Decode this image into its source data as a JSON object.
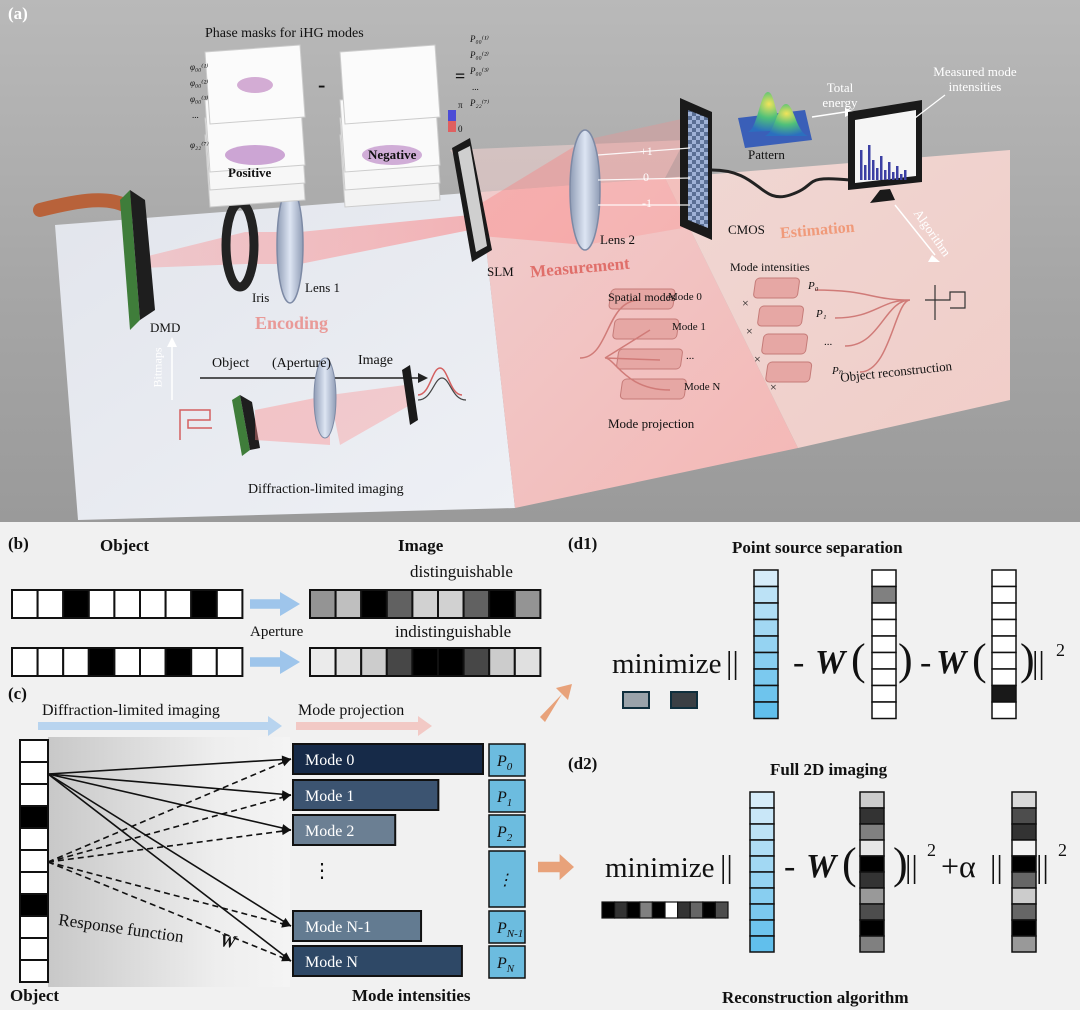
{
  "panel_a": {
    "label": "(a)",
    "phase_masks_title": "Phase masks for iHG modes",
    "mask_positive": "Positive",
    "mask_negative": "Negative",
    "minus_sign": "-",
    "equals_sign": "=",
    "left_mask_labels": [
      "φ₀₀⁽¹⁾",
      "φ₀₀⁽²⁾",
      "φ₀₀⁽³⁾",
      "...",
      "φ₂₂⁽⁷⁾"
    ],
    "right_mask_labels": [
      "P₀₀⁽¹⁾",
      "P₀₀⁽²⁾",
      "P₀₀⁽³⁾",
      "...",
      "P₂₂⁽⁷⁾"
    ],
    "colorbar_top": "π",
    "colorbar_bottom": "0",
    "components": {
      "dmd": "DMD",
      "iris": "Iris",
      "lens1": "Lens 1",
      "slm": "SLM",
      "lens2": "Lens 2",
      "cmos": "CMOS",
      "pattern": "Pattern",
      "total_energy": "Total energy",
      "measured": "Measured mode intensities"
    },
    "orders": [
      "+1",
      "0",
      "-1"
    ],
    "sections": {
      "encoding": "Encoding",
      "measurement": "Measurement",
      "estimation": "Estimation"
    },
    "bitmaps": "Bitmaps",
    "algorithm": "Algorithm",
    "encoding_header": [
      "Object",
      "(Aperture)",
      "Image"
    ],
    "diffraction_limited": "Diffraction-limited imaging",
    "spatial_modes": "Spatial modes",
    "mode_boxes": [
      "Mode 0",
      "Mode 1",
      "...",
      "Mode N"
    ],
    "times_sign": "×",
    "mode_intensities": "Mode intensities",
    "p_boxes": [
      "P₀",
      "P₁",
      "...",
      "Pₙ"
    ],
    "mode_projection": "Mode projection",
    "object_reconstruction": "Object reconstruction"
  },
  "panel_b": {
    "label": "(b)",
    "object_title": "Object",
    "image_title": "Image",
    "distinguishable": "distinguishable",
    "indistinguishable": "indistinguishable",
    "aperture": "Aperture",
    "rows": [
      {
        "object": [
          0,
          0,
          1,
          0,
          0,
          0,
          0,
          1,
          0
        ],
        "image": [
          0.42,
          0.25,
          1,
          0.62,
          0.18,
          0.18,
          0.62,
          1,
          0.42
        ]
      },
      {
        "object": [
          0,
          0,
          0,
          1,
          0,
          0,
          1,
          0,
          0
        ],
        "image": [
          0.08,
          0.12,
          0.2,
          0.72,
          1,
          1,
          0.72,
          0.2,
          0.12
        ]
      }
    ],
    "colors": {
      "arrow": "#9ec5eb",
      "cell_border": "#111111"
    }
  },
  "panel_c": {
    "label": "(c)",
    "diffraction_limited": "Diffraction-limited imaging",
    "mode_projection": "Mode projection",
    "object_caption": "Object",
    "mode_intensities_caption": "Mode intensities",
    "response_function": "Response function",
    "response_symbol": "W",
    "dots": "⋮",
    "object_cells": [
      0,
      0,
      0,
      1,
      0,
      0,
      0,
      1,
      0,
      0,
      0
    ],
    "modes": [
      {
        "label": "Mode 0",
        "value": 1.0,
        "color": "#162a48"
      },
      {
        "label": "Mode 1",
        "value": 0.765,
        "color": "#3c5471"
      },
      {
        "label": "Mode 2",
        "value": 0.538,
        "color": "#6b7f93"
      },
      {
        "label": "Mode N-1",
        "value": 0.674,
        "color": "#637b91"
      },
      {
        "label": "Mode N",
        "value": 0.889,
        "color": "#2e4866"
      }
    ],
    "p_labels": [
      {
        "base": "P",
        "sub": "0"
      },
      {
        "base": "P",
        "sub": "1"
      },
      {
        "base": "P",
        "sub": "2"
      },
      {
        "base": "⋮",
        "sub": ""
      },
      {
        "base": "P",
        "sub": "N-1"
      },
      {
        "base": "P",
        "sub": "N"
      }
    ],
    "colors": {
      "arrow_blue": "#b8d4ef",
      "arrow_pink": "#f2c9c5",
      "p_column": "#6cbcdf"
    }
  },
  "panel_d1": {
    "label": "(d1)",
    "title": "Point source separation",
    "minimize": "minimize",
    "norm_open": "||",
    "norm_close": "||",
    "exponent": "2",
    "minus": "-",
    "w_symbol": "W",
    "column1": [
      0.05,
      0.25,
      0.35,
      0.45,
      0.55,
      0.65,
      0.75,
      0.85,
      0.95
    ],
    "column2": [
      0,
      0.5,
      0,
      0,
      0,
      0,
      0,
      0,
      0
    ],
    "column3": [
      0,
      0,
      0,
      0,
      0,
      0,
      0,
      0.9,
      0
    ],
    "sources": [
      "#9aa3aa",
      "#3a3f44"
    ]
  },
  "panel_d2": {
    "label": "(d2)",
    "title": "Full 2D imaging",
    "caption": "Reconstruction algorithm",
    "minimize": "minimize",
    "norm_open": "||",
    "plus_alpha": "+α",
    "exponent": "2",
    "minus": "-",
    "w_symbol": "W",
    "object_strip": [
      1,
      0.8,
      1,
      0.5,
      1,
      0,
      0.8,
      0.6,
      1,
      0.7
    ],
    "column1": [
      0.05,
      0.15,
      0.25,
      0.35,
      0.45,
      0.55,
      0.65,
      0.75,
      0.85,
      0.95
    ],
    "column2": [
      0.2,
      0.8,
      0.5,
      0.1,
      1,
      0.8,
      0.4,
      0.7,
      1,
      0.5
    ],
    "column3": [
      0.15,
      0.7,
      0.8,
      0.05,
      1,
      0.6,
      0.2,
      0.6,
      1,
      0.4
    ]
  }
}
